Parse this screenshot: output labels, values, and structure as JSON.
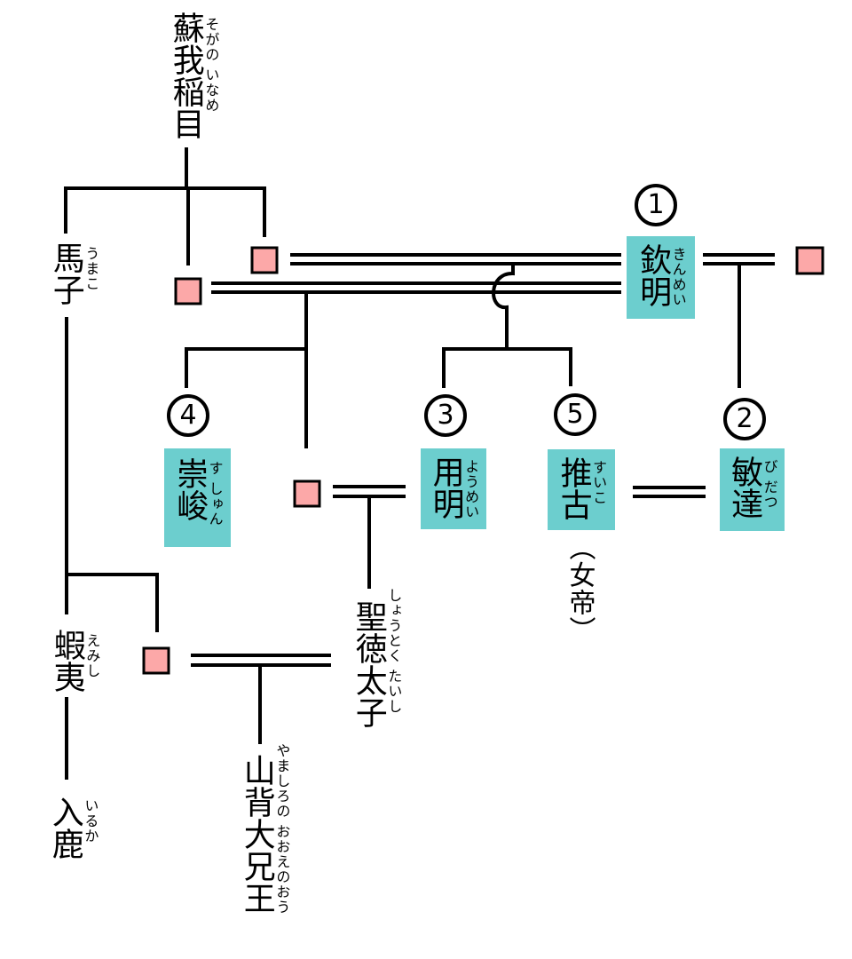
{
  "diagram_type": "family-tree",
  "colors": {
    "background": "#FFFFFF",
    "emperor_box": "#6CCECE",
    "female_marker": "#FCA8A8",
    "line": "#000000"
  },
  "people": {
    "iname": {
      "name": "蘇我稲目",
      "kana": "そがの いなめ"
    },
    "umako": {
      "name": "馬子",
      "kana": "うまこ"
    },
    "emishi": {
      "name": "蝦夷",
      "kana": "えみし"
    },
    "iruka": {
      "name": "入鹿",
      "kana": "いるか"
    },
    "kinmei": {
      "name": "欽明",
      "kana": "きんめい",
      "number": "1"
    },
    "bidatsu": {
      "name": "敏達",
      "kana": "び だつ",
      "number": "2"
    },
    "yomei": {
      "name": "用明",
      "kana": "ようめい",
      "number": "3"
    },
    "sushun": {
      "name": "崇峻",
      "kana": "す しゅん",
      "number": "4"
    },
    "suiko": {
      "name": "推古",
      "kana": "すいこ",
      "number": "5",
      "note": "（女帝）"
    },
    "shotoku": {
      "name": "聖徳太子",
      "kana": "しょうとく たいし"
    },
    "yamashiro": {
      "name": "山背大兄王",
      "kana": "やましろの おおえのおう"
    }
  }
}
